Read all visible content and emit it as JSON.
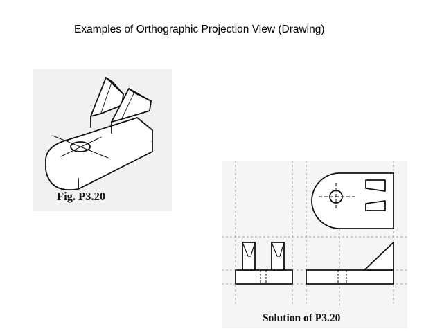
{
  "slide": {
    "title": "Examples of Orthographic Projection View (Drawing)"
  },
  "figures": {
    "isometric_caption": "Fig. P3.20",
    "solution_caption": "Solution of P3.20"
  },
  "colors": {
    "ink": "#111111",
    "paper_iso": "#f2f1ef",
    "paper_ortho": "#f5f5f3",
    "construction_line": "#8a8a8a"
  }
}
